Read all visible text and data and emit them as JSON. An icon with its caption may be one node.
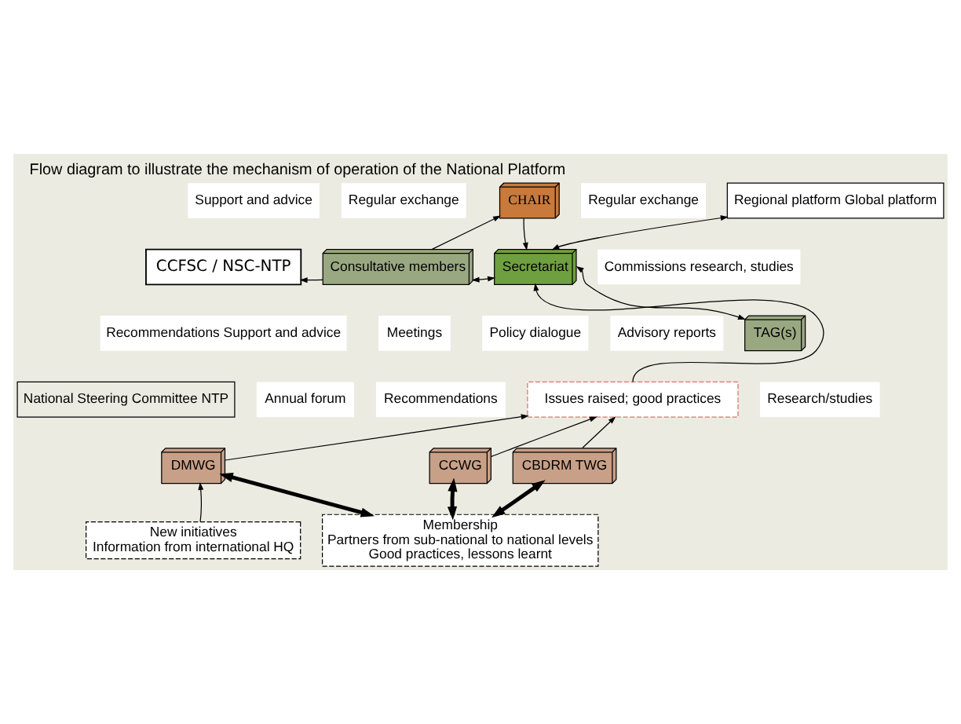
{
  "diagram": {
    "title": "Flow diagram to illustrate the mechanism of operation of the National Platform",
    "nodes": [
      {
        "text": [
          "CCFSC / NSC-NTP"
        ]
      },
      {
        "text": [
          "National Steering Committee NTP"
        ]
      },
      {
        "text": [
          "CHAIR"
        ]
      },
      {
        "text": [
          "Consultative members"
        ]
      },
      {
        "text": [
          "Secretariat"
        ]
      },
      {
        "text": [
          "Regional platform Global platform"
        ]
      },
      {
        "text": [
          "TAG(s)"
        ]
      },
      {
        "text": [
          "Issues raised; good practices"
        ]
      },
      {
        "text": [
          "DMWG"
        ]
      },
      {
        "text": [
          "CCWG"
        ]
      },
      {
        "text": [
          "CBDRM TWG"
        ]
      },
      {
        "text": [
          "New initiatives",
          "Information from international HQ"
        ]
      },
      {
        "text": [
          "Membership",
          "Partners from sub-national to national levels",
          "Good practices, lessons learnt"
        ]
      }
    ],
    "edges": [
      {
        "from": 3,
        "to": 2,
        "arrow": "to"
      },
      {
        "from": 3,
        "to": 0,
        "arrow": "to"
      },
      {
        "from": 3,
        "to": 4,
        "arrow": "both"
      },
      {
        "from": 2,
        "to": 4,
        "arrow": "to"
      },
      {
        "from": 4,
        "to": 5,
        "arrow": "both"
      },
      {
        "from": 4,
        "to": 6,
        "arrow": "both"
      },
      {
        "from": 7,
        "to": 4,
        "arrow": "to"
      },
      {
        "from": 8,
        "to": 7,
        "arrow": "to"
      },
      {
        "from": 9,
        "to": 7,
        "arrow": "to"
      },
      {
        "from": 10,
        "to": 7,
        "arrow": "to"
      },
      {
        "from": 11,
        "to": 8,
        "arrow": "to"
      },
      {
        "from": 8,
        "to": 12,
        "arrow": "both",
        "style": "thick"
      },
      {
        "from": 9,
        "to": 12,
        "arrow": "both",
        "style": "thick"
      },
      {
        "from": 10,
        "to": 12,
        "arrow": "both",
        "style": "thick"
      }
    ],
    "labels": [
      "Support and advice",
      "Regular exchange",
      "Regular exchange",
      "Recommendations Support and advice",
      "Meetings",
      "Policy dialogue",
      "Annual forum",
      "Recommendations",
      "Commissions research, studies",
      "Advisory reports",
      "Research/studies"
    ]
  }
}
